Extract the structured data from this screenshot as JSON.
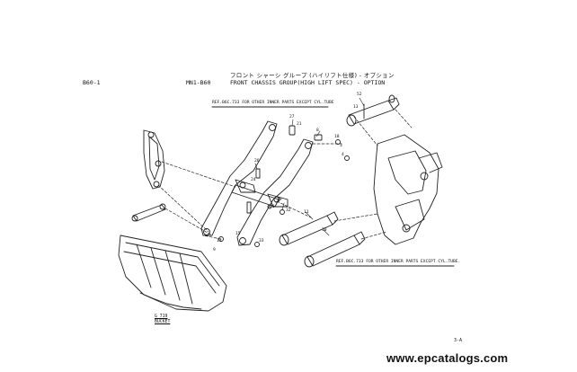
{
  "header": {
    "page_code": "B60-1",
    "model_code": "MN1-B60",
    "title_japanese": "フロント シャーシ グループ (ハイリフト仕様) - オプション",
    "title_english": "FRONT CHASSIS GROUP(HIGH LIFT SPEC) - OPTION"
  },
  "notes": {
    "ref_upper": "REF.B6C.733 FOR OTHER INNER PARTS EXCEPT CYL.TUBE",
    "ref_lower": "REF.B6C.733 FOR OTHER INNER PARTS EXCEPT CYL.TUBE."
  },
  "labels": {
    "bucket_line1": "G 719",
    "bucket_line2": "BUCKET"
  },
  "callouts": [
    "52",
    "13",
    "18",
    "27",
    "21",
    "8",
    "26",
    "24",
    "19",
    "20",
    "32",
    "33",
    "11",
    "30",
    "15",
    "14",
    "9",
    "4",
    "3"
  ],
  "footer": {
    "corner_code": "3-A",
    "watermark": "www.epcatalogs.com"
  }
}
